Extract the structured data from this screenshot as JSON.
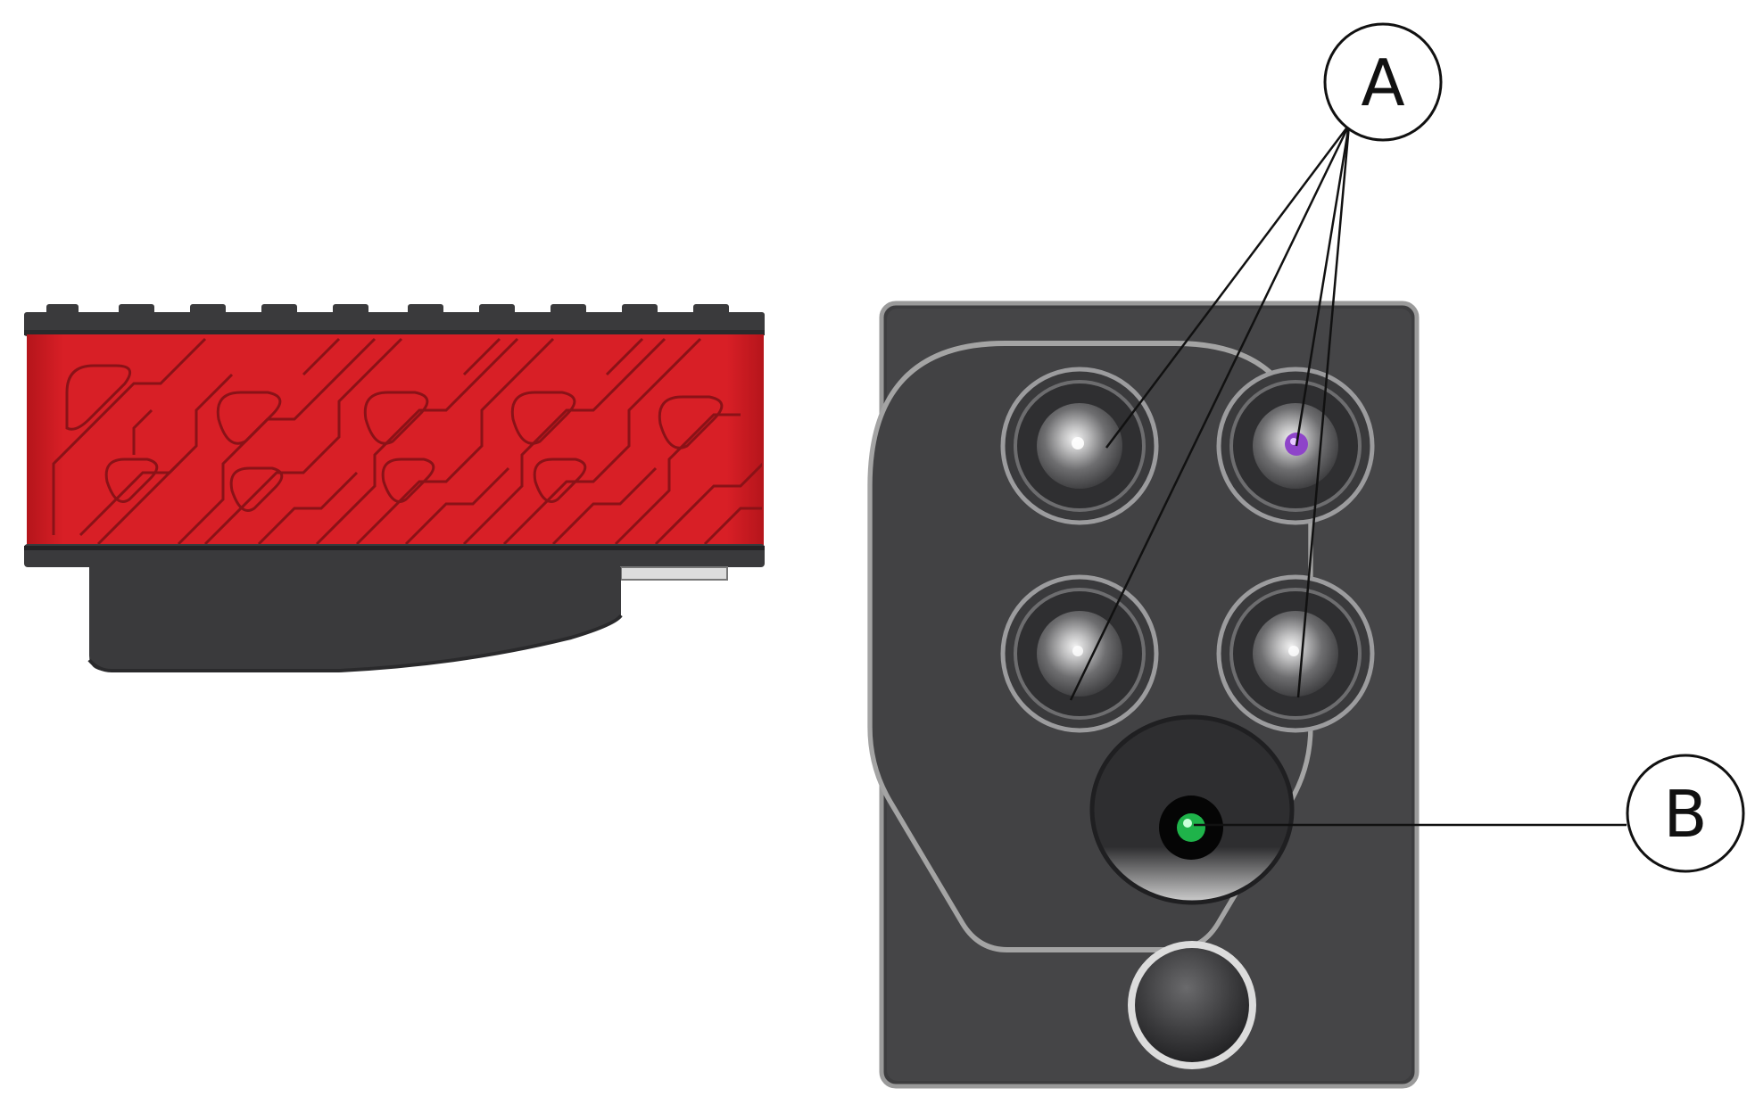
{
  "callouts": {
    "a": {
      "label": "A"
    },
    "b": {
      "label": "B"
    }
  },
  "colors": {
    "background": "#ffffff",
    "housing_red": "#d81f26",
    "housing_red_dark": "#9e1218",
    "housing_dark": "#3a3a3c",
    "body_panel": "#454547",
    "body_outline": "#bdbdbd",
    "lens_ring": "#8a8a8c",
    "purple_led": "#8e44c9",
    "green_led": "#1fb34a",
    "line": "#111111"
  },
  "icons": {
    "side_view": "camera-side-view",
    "front_view": "camera-front-view",
    "lens": "lens-icon",
    "led": "led-indicator-icon"
  }
}
